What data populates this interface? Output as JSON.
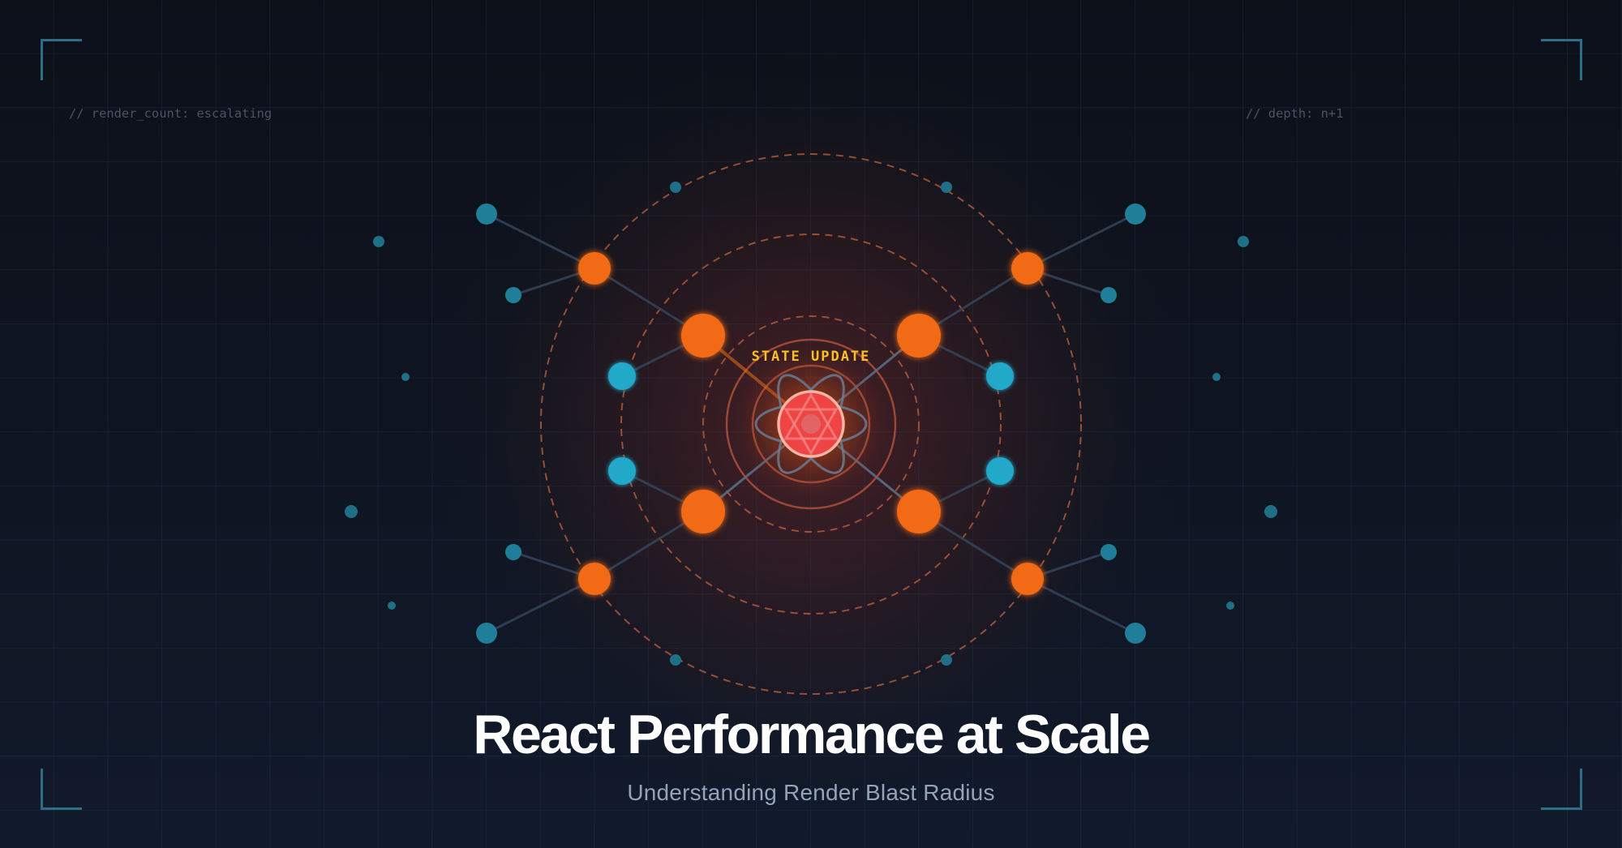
{
  "annotations": {
    "top_left": "// render_count: escalating",
    "top_right": "// depth: n+1"
  },
  "diagram": {
    "center_label": "STATE UPDATE",
    "center_icon": "react-atom-icon",
    "colors": {
      "center_fill": "#ef4444",
      "label": "#fbbf24",
      "orange_node": "#f97316",
      "blue_node": "#06b6d4",
      "connector": "#334155",
      "active_connector": "#f97316",
      "ring": "#c2603e",
      "bracket": "#2b6e85"
    }
  },
  "title": {
    "heading": "React Performance at Scale",
    "subheading": "Understanding Render Blast Radius"
  }
}
